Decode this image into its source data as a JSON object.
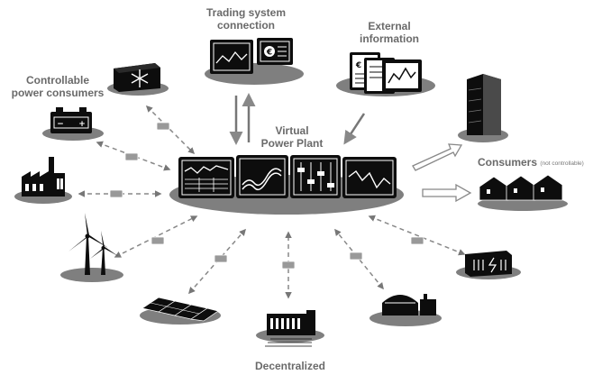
{
  "labels": {
    "trading_line1": "Trading system",
    "trading_line2": "connection",
    "external_line1": "External",
    "external_line2": "information",
    "controllable_line1": "Controllable",
    "controllable_line2": "power consumers",
    "vpp_line1": "Virtual",
    "vpp_line2": "Power Plant",
    "consumers": "Consumers",
    "consumers_note": "(not controllable)",
    "decentralized_line1": "Decentralized"
  },
  "icons": [
    "cooling-unit-icon",
    "battery-icon",
    "factory-icon",
    "wind-turbine-icon",
    "solar-panel-icon",
    "power-generator-icon",
    "biogas-plant-icon",
    "electric-storage-icon",
    "office-building-icon",
    "houses-icon",
    "trading-monitor-icon",
    "external-info-icon",
    "envelope-icon",
    "euro-icon"
  ],
  "colors": {
    "icon": "#0d0d0d",
    "shadow": "#808080",
    "arrow": "#777777",
    "text": "#6a6a6a"
  }
}
